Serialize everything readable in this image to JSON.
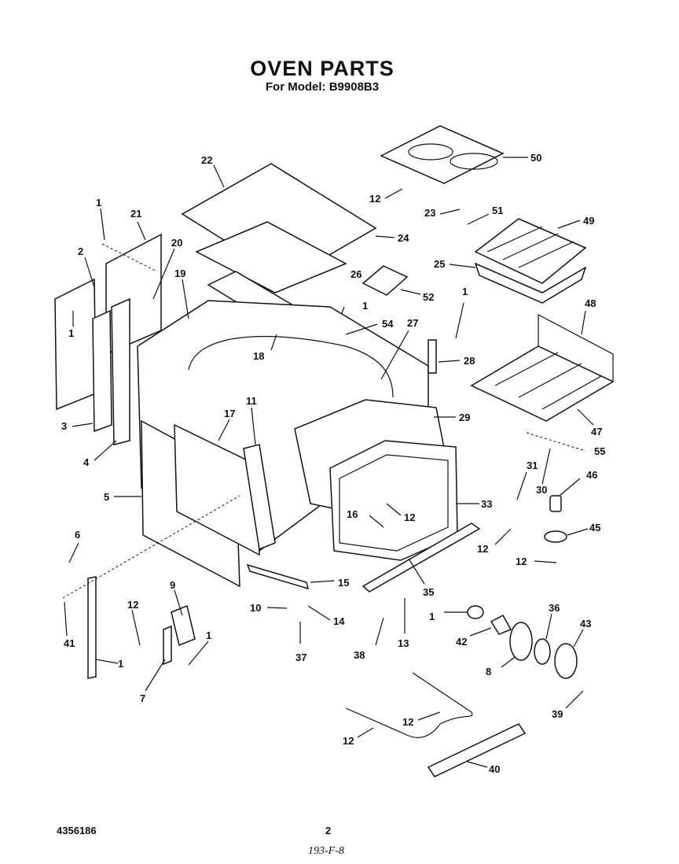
{
  "header": {
    "title": "OVEN PARTS",
    "subtitle": "For Model: B9908B3"
  },
  "callouts": [
    {
      "id": "c1a",
      "text": "1"
    },
    {
      "id": "c21",
      "text": "21"
    },
    {
      "id": "c2",
      "text": "2"
    },
    {
      "id": "c20",
      "text": "20"
    },
    {
      "id": "c19",
      "text": "19"
    },
    {
      "id": "c1b",
      "text": "1"
    },
    {
      "id": "c3",
      "text": "3"
    },
    {
      "id": "c4",
      "text": "4"
    },
    {
      "id": "c22",
      "text": "22"
    },
    {
      "id": "c24",
      "text": "24"
    },
    {
      "id": "c18",
      "text": "18"
    },
    {
      "id": "c26",
      "text": "26"
    },
    {
      "id": "c1c",
      "text": "1"
    },
    {
      "id": "c52",
      "text": "52"
    },
    {
      "id": "c54",
      "text": "54"
    },
    {
      "id": "c27",
      "text": "27"
    },
    {
      "id": "c1d",
      "text": "1"
    },
    {
      "id": "c28",
      "text": "28"
    },
    {
      "id": "c50",
      "text": "50"
    },
    {
      "id": "c12a",
      "text": "12"
    },
    {
      "id": "c23",
      "text": "23"
    },
    {
      "id": "c51",
      "text": "51"
    },
    {
      "id": "c49",
      "text": "49"
    },
    {
      "id": "c25",
      "text": "25"
    },
    {
      "id": "c48",
      "text": "48"
    },
    {
      "id": "c47",
      "text": "47"
    },
    {
      "id": "c55",
      "text": "55"
    },
    {
      "id": "c17",
      "text": "17"
    },
    {
      "id": "c11",
      "text": "11"
    },
    {
      "id": "c29",
      "text": "29"
    },
    {
      "id": "c5",
      "text": "5"
    },
    {
      "id": "c31",
      "text": "31"
    },
    {
      "id": "c46",
      "text": "46"
    },
    {
      "id": "c30",
      "text": "30"
    },
    {
      "id": "c33",
      "text": "33"
    },
    {
      "id": "c16",
      "text": "16"
    },
    {
      "id": "c12b",
      "text": "12"
    },
    {
      "id": "c45",
      "text": "45"
    },
    {
      "id": "c12c",
      "text": "12"
    },
    {
      "id": "c12d",
      "text": "12"
    },
    {
      "id": "c6",
      "text": "6"
    },
    {
      "id": "c15",
      "text": "15"
    },
    {
      "id": "c35",
      "text": "35"
    },
    {
      "id": "c9",
      "text": "9"
    },
    {
      "id": "c10",
      "text": "10"
    },
    {
      "id": "c14",
      "text": "14"
    },
    {
      "id": "c1e",
      "text": "1"
    },
    {
      "id": "c12e",
      "text": "12"
    },
    {
      "id": "c1f",
      "text": "1"
    },
    {
      "id": "c36",
      "text": "36"
    },
    {
      "id": "c43",
      "text": "43"
    },
    {
      "id": "c42",
      "text": "42"
    },
    {
      "id": "c38",
      "text": "38"
    },
    {
      "id": "c13",
      "text": "13"
    },
    {
      "id": "c37",
      "text": "37"
    },
    {
      "id": "c1g",
      "text": "1"
    },
    {
      "id": "c7",
      "text": "7"
    },
    {
      "id": "c8",
      "text": "8"
    },
    {
      "id": "c39",
      "text": "39"
    },
    {
      "id": "c12f",
      "text": "12"
    },
    {
      "id": "c12g",
      "text": "12"
    },
    {
      "id": "c40",
      "text": "40"
    },
    {
      "id": "c41",
      "text": "41"
    }
  ],
  "footer": {
    "doc_number": "4356186",
    "page_number": "2",
    "handwritten_note": "193-F-8"
  }
}
